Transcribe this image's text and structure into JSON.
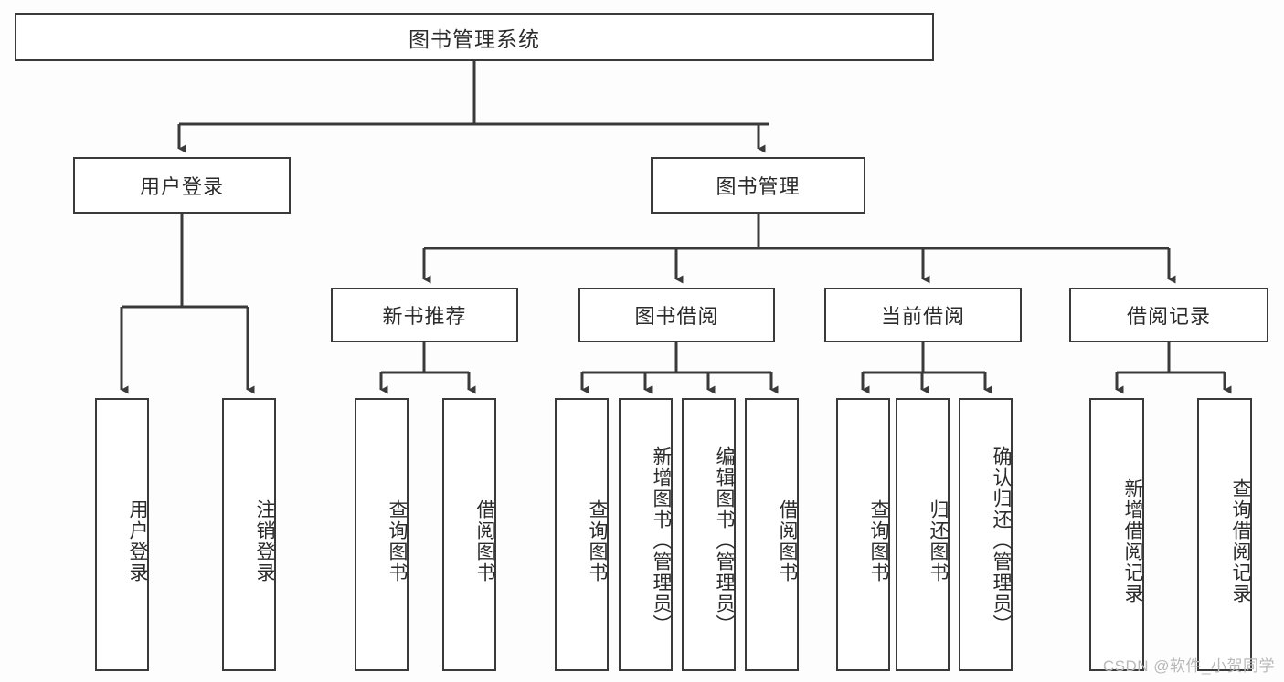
{
  "diagram": {
    "title": "图书管理系统",
    "type": "tree-hierarchy-diagram",
    "colors": {
      "stroke": "#3a3a3a",
      "node_fill": "#ffffff",
      "text": "#2b2b2b",
      "background": "#fdfdfd",
      "watermark": "#b9b9b9"
    },
    "root": {
      "label": "图书管理系统"
    },
    "level2": [
      {
        "label": "用户登录"
      },
      {
        "label": "图书管理"
      }
    ],
    "level3": [
      {
        "label": "新书推荐"
      },
      {
        "label": "图书借阅"
      },
      {
        "label": "当前借阅"
      },
      {
        "label": "借阅记录"
      }
    ],
    "leaves": {
      "user_login": [
        {
          "label": "用户登录"
        },
        {
          "label": "注销登录"
        }
      ],
      "new_book_recommend": [
        {
          "label": "查询图书"
        },
        {
          "label": "借阅图书"
        }
      ],
      "book_borrow": [
        {
          "label": "查询图书"
        },
        {
          "label": "新增图书（管理员）"
        },
        {
          "label": "编辑图书（管理员）"
        },
        {
          "label": "借阅图书"
        }
      ],
      "current_borrow": [
        {
          "label": "查询图书"
        },
        {
          "label": "归还图书"
        },
        {
          "label": "确认归还（管理员）"
        }
      ],
      "borrow_record": [
        {
          "label": "新增借阅记录"
        },
        {
          "label": "查询借阅记录"
        }
      ]
    },
    "watermark": "CSDN @软件_小贺同学"
  }
}
